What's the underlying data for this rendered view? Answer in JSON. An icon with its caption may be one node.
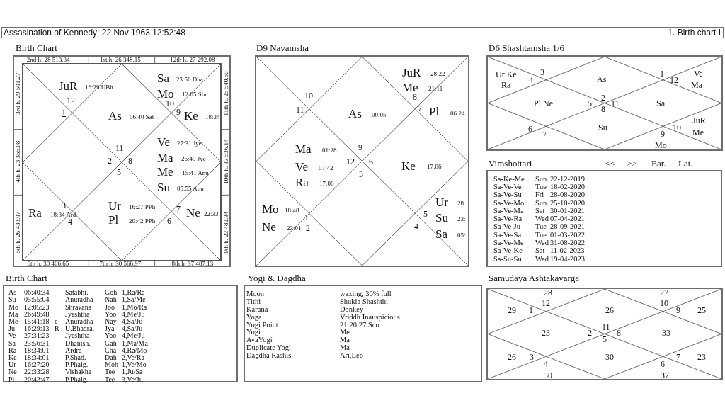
{
  "diagram": {
    "nodes": [
      {
        "text": [
          "Assasination of Kennedy: 22 Nov 1963 12:52:48",
          "1. Birth chart I"
        ]
      },
      {
        "text": [
          "Birth Chart",
          "2nd h. 28 513.34",
          "1st h. 26 348.15",
          "12th h. 27 292.08",
          "3rd h. 29 501.27",
          "4th h. 23 355.08",
          "5th h. 26 433.07",
          "11th h. 25 540.60",
          "10th h. 33 536.14",
          "9th h. 23 482.34",
          "6th h. 30 406.65",
          "7th h. 30 566.97",
          "8th h. 37 487.13",
          "JuR",
          "16:29 UBh",
          "12",
          "1",
          "Sa",
          "23:56 Dha",
          "Mo",
          "12:05 Shr",
          "10",
          "As",
          "06:40 Sat",
          "9",
          "Ke",
          "18:34",
          "11",
          "2",
          "8",
          "5",
          "Ve",
          "27:31 Jye",
          "Ma",
          "26:49 Jye",
          "Me",
          "15:41 Anu",
          "Su",
          "05:55 Anu",
          "3",
          "Ra",
          "18:34 Ard",
          "4",
          "Ur",
          "16:27 PPh",
          "Pl",
          "20:42 PPh",
          "7",
          "6",
          "Ne",
          "22:33"
        ]
      },
      {
        "text": [
          "D9 Navamsha",
          "JuR",
          "28:22",
          "Me",
          "21:11",
          "8",
          "10",
          "11",
          "As",
          "00:05",
          "7",
          "Pl",
          "06:24",
          "Ma",
          "01:28",
          "Ve",
          "07:42",
          "Ra",
          "17:06",
          "9",
          "12",
          "6",
          "3",
          "Ke",
          "17:06",
          "Mo",
          "18:48",
          "1",
          "Ne",
          "23:01",
          "2",
          "5",
          "4",
          "Ur",
          "28:",
          "Su",
          "23:",
          "Sa",
          "05:"
        ]
      },
      {
        "text": [
          "D6 Shashtamsha 1/6",
          "Ur Ke",
          "Ra",
          "3",
          "4",
          "As",
          "1",
          "12",
          "Ve",
          "Ma",
          "Pl Ne",
          "2",
          "5",
          "11",
          "8",
          "Sa",
          "JuR",
          "6",
          "Su",
          "10",
          "7",
          "9",
          "Me",
          "Mo"
        ]
      },
      {
        "text": [
          "Vimshottari",
          "Sa-Ke-Me",
          "Sun",
          "22-12-2019",
          "Sa-Ve-Ve",
          "Tue",
          "18-02-2020",
          "Sa-Ve-Su",
          "Fri",
          "28-08-2020",
          "Sa-Ve-Mo",
          "Sun",
          "25-10-2020",
          "Sa-Ve-Ma",
          "Sat",
          "30-01-2021",
          "Sa-Ve-Ra",
          "Wed",
          "07-04-2021",
          "Sa-Ve-Ju",
          "Tue",
          "28-09-2021",
          "Sa-Ve-Sa",
          "Tue",
          "01-03-2022",
          "Sa-Ve-Me",
          "Wed",
          "31-08-2022",
          "Sa-Ve-Ke",
          "Sat",
          "11-02-2023",
          "Sa-Su-Su",
          "Wed",
          "19-04-2023"
        ]
      },
      {
        "text": [
          "Birth Chart",
          "As",
          "06:40:34",
          "Satabhi.",
          "Goh",
          "1,Ra/Ra",
          "Su",
          "05:55:04",
          "Anuradha",
          "Nah",
          "1,Sa/Me",
          "Mo",
          "12:05:23",
          "Shravana",
          "Joo",
          "1,Mo/Ra",
          "Ma",
          "26:49:48",
          "Jyeshtha",
          "Yoo",
          "4,Me/Ju",
          "Me",
          "15:41:18",
          "c",
          "Anuradha",
          "Nay",
          "4,Sa/Ju",
          "Ju",
          "16:29:13",
          "R",
          "U.Bhadra.",
          "Jya",
          "4,Sa/Ju",
          "Ve",
          "27:31:23",
          "Jyeshtha",
          "Yoo",
          "4,Me/Ju",
          "Sa",
          "23:56:31",
          "Dhanish.",
          "Gah",
          "1,Ma/Ma",
          "Ra",
          "18:34:01",
          "Ardra",
          "Cha",
          "4,Ra/Mo",
          "Ke",
          "18:34:01",
          "P.Shad.",
          "Dah",
          "2,Ve/Ra",
          "Ur",
          "16:27:20",
          "P.Phalg.",
          "Moh",
          "1,Ve/Mo",
          "Ne",
          "22:33:28",
          "Vishakha",
          "Tee",
          "1,Ju/Sa",
          "Pl",
          "20:42:47",
          "P.Phalg.",
          "Tee",
          "3,Ve/Ju"
        ]
      },
      {
        "text": [
          "Yogi & Dagdha",
          "Moon",
          "waxing, 36% full",
          "Tithi",
          "Shukla Shashthi",
          "Karana",
          "Donkey",
          "Yoga",
          "Vriddh Inauspicious",
          "Yogi Point",
          "21:20:27 Sco",
          "Yogi",
          "Me",
          "AvaYogi",
          "Ma",
          "Duplicate Yogi",
          "Ma",
          "Dagdha Rashis",
          "Ari,Leo"
        ]
      },
      {
        "text": [
          "Samudaya Ashtakavarga",
          "28",
          "27",
          "12",
          "10",
          "29",
          "1",
          "26",
          "9",
          "25",
          "11",
          "23",
          "2",
          "8",
          "33",
          "5",
          "26",
          "3",
          "30",
          "7",
          "23",
          "4",
          "6",
          "30",
          "37"
        ]
      }
    ],
    "labels": [
      "<<",
      ">>",
      "Ear.",
      "Lat."
    ]
  }
}
